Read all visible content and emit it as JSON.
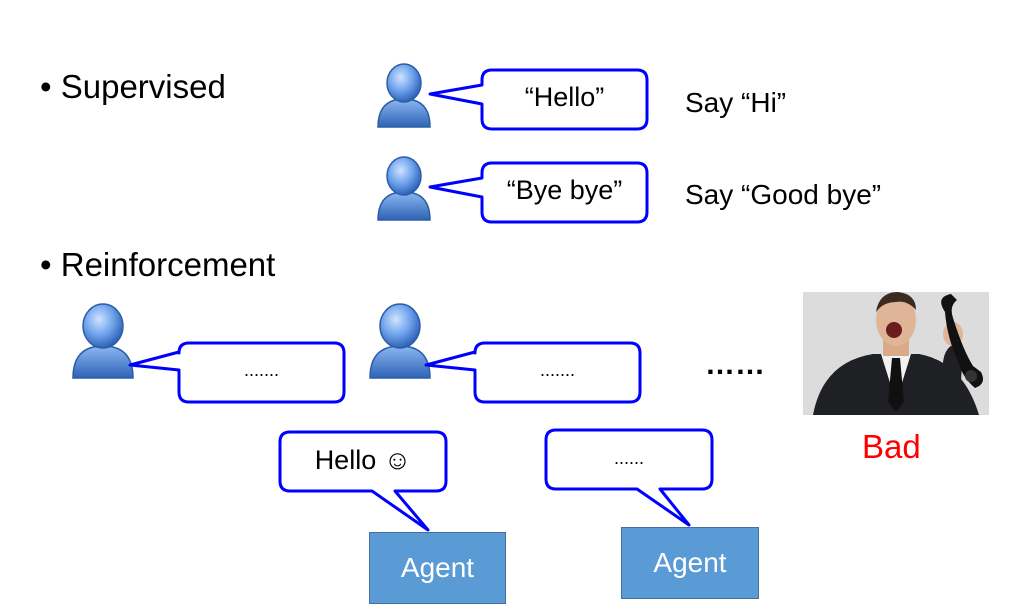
{
  "sections": {
    "supervised": "Supervised",
    "reinforcement": "Reinforcement"
  },
  "supervised_rows": [
    {
      "user_says": "“Hello”",
      "target": "Say “Hi”"
    },
    {
      "user_says": "“Bye bye”",
      "target": "Say “Good bye”"
    }
  ],
  "reinforcement": {
    "user_bubble_1": ".......",
    "user_bubble_2": ".......",
    "agent_bubble_1": "Hello ☺",
    "agent_bubble_2": "......",
    "continuation": "……",
    "agent_label_1": "Agent",
    "agent_label_2": "Agent",
    "outcome": "Bad"
  },
  "colors": {
    "bubble_border": "#0000ff",
    "user_icon": "#4a86d8",
    "agent_box": "#5b9bd5",
    "bad": "#ff0000"
  },
  "icons": [
    "user-icon",
    "angry-man-photo"
  ]
}
